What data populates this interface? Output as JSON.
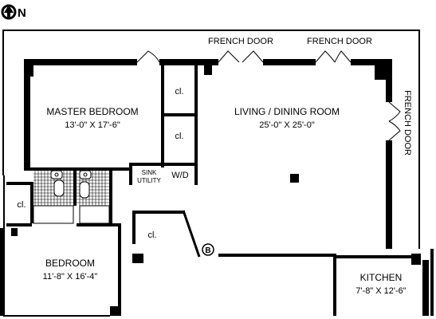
{
  "compass": {
    "letter": "N",
    "icon": "north-arrow-icon"
  },
  "rooms": {
    "master_bedroom": {
      "name": "MASTER BEDROOM",
      "dims": "13'-0\" X 17'-6\""
    },
    "living_dining": {
      "name": "LIVING / DINING ROOM",
      "dims": "25'-0\" X 25'-0\""
    },
    "bedroom": {
      "name": "BEDROOM",
      "dims": "11'-8\" X 16'-4\""
    },
    "kitchen": {
      "name": "KITCHEN",
      "dims": "7'-8\" X 12'-6\""
    }
  },
  "closets": {
    "upper": "cl.",
    "middle": "cl.",
    "left": "cl.",
    "hall": "cl."
  },
  "utility": {
    "line1": "SINK",
    "line2": "UTILITY",
    "wd": "W/D"
  },
  "doors": {
    "french_door_1": "FRENCH DOOR",
    "french_door_2": "FRENCH DOOR",
    "french_door_east": "FRENCH DOOR"
  },
  "entry_marker": "B"
}
